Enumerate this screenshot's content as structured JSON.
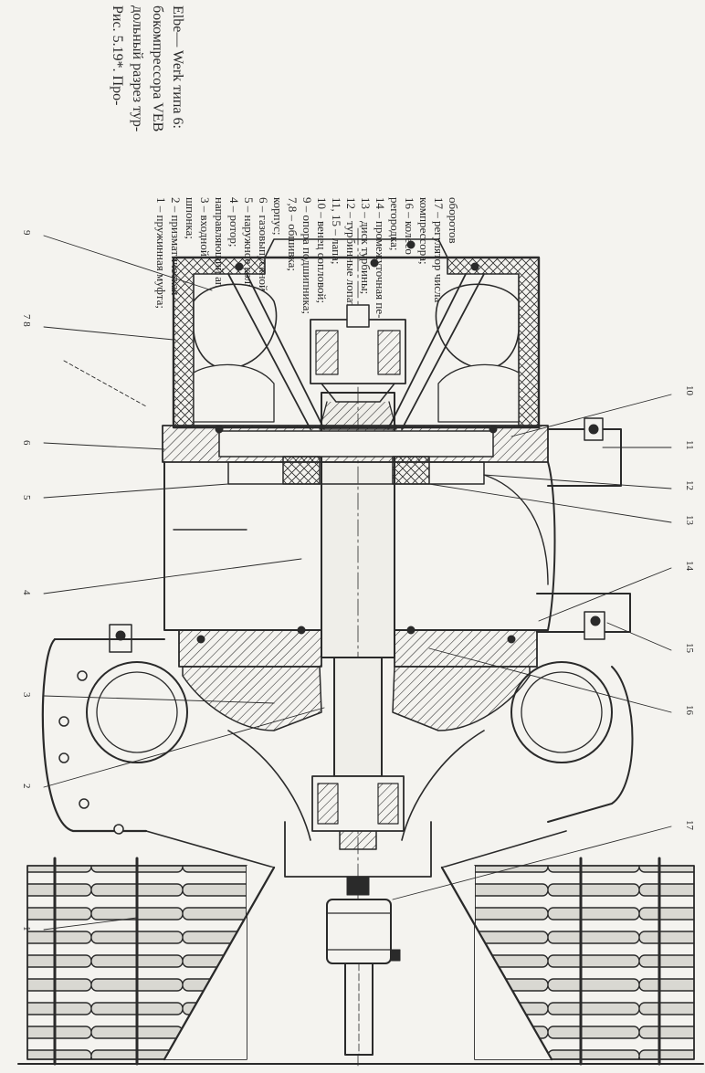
{
  "figure": {
    "caption_lines": [
      "Рис. 5.19*. Про-",
      "дольный разрез тур-",
      "бокомпрессора VEB",
      "Elbe— Werk типа 6:"
    ],
    "legend_lines": [
      "1 – пружинная муфта;",
      "2 – призматическая",
      "шпонка;",
      "3 – входной",
      "направляющий аппарат;",
      "4 – ротор;",
      "5 – наружное кольцо;",
      "6 – газовыпускной",
      "корпус;",
      "7,8 – обшивка;",
      "9 – опора подшипника;",
      "10 – венец сопловой;",
      "11, 15 – лапа;",
      "12 – турбинные лопатки;",
      "13 – диск турбины;",
      "14 – промежуточная пе-",
      "регородка;",
      "16 – колесо",
      "компрессора;",
      "17 – регулятор числа",
      "оборотов"
    ],
    "callouts_left": [
      "9",
      "7 8",
      "6",
      "5",
      "4",
      "3",
      "2",
      "1"
    ],
    "callouts_bottom": [
      "10",
      "11",
      "12",
      "13",
      "14",
      "15",
      "16",
      "17"
    ]
  },
  "colors": {
    "ink": "#2a2a2a",
    "paper": "#f4f3ef"
  }
}
